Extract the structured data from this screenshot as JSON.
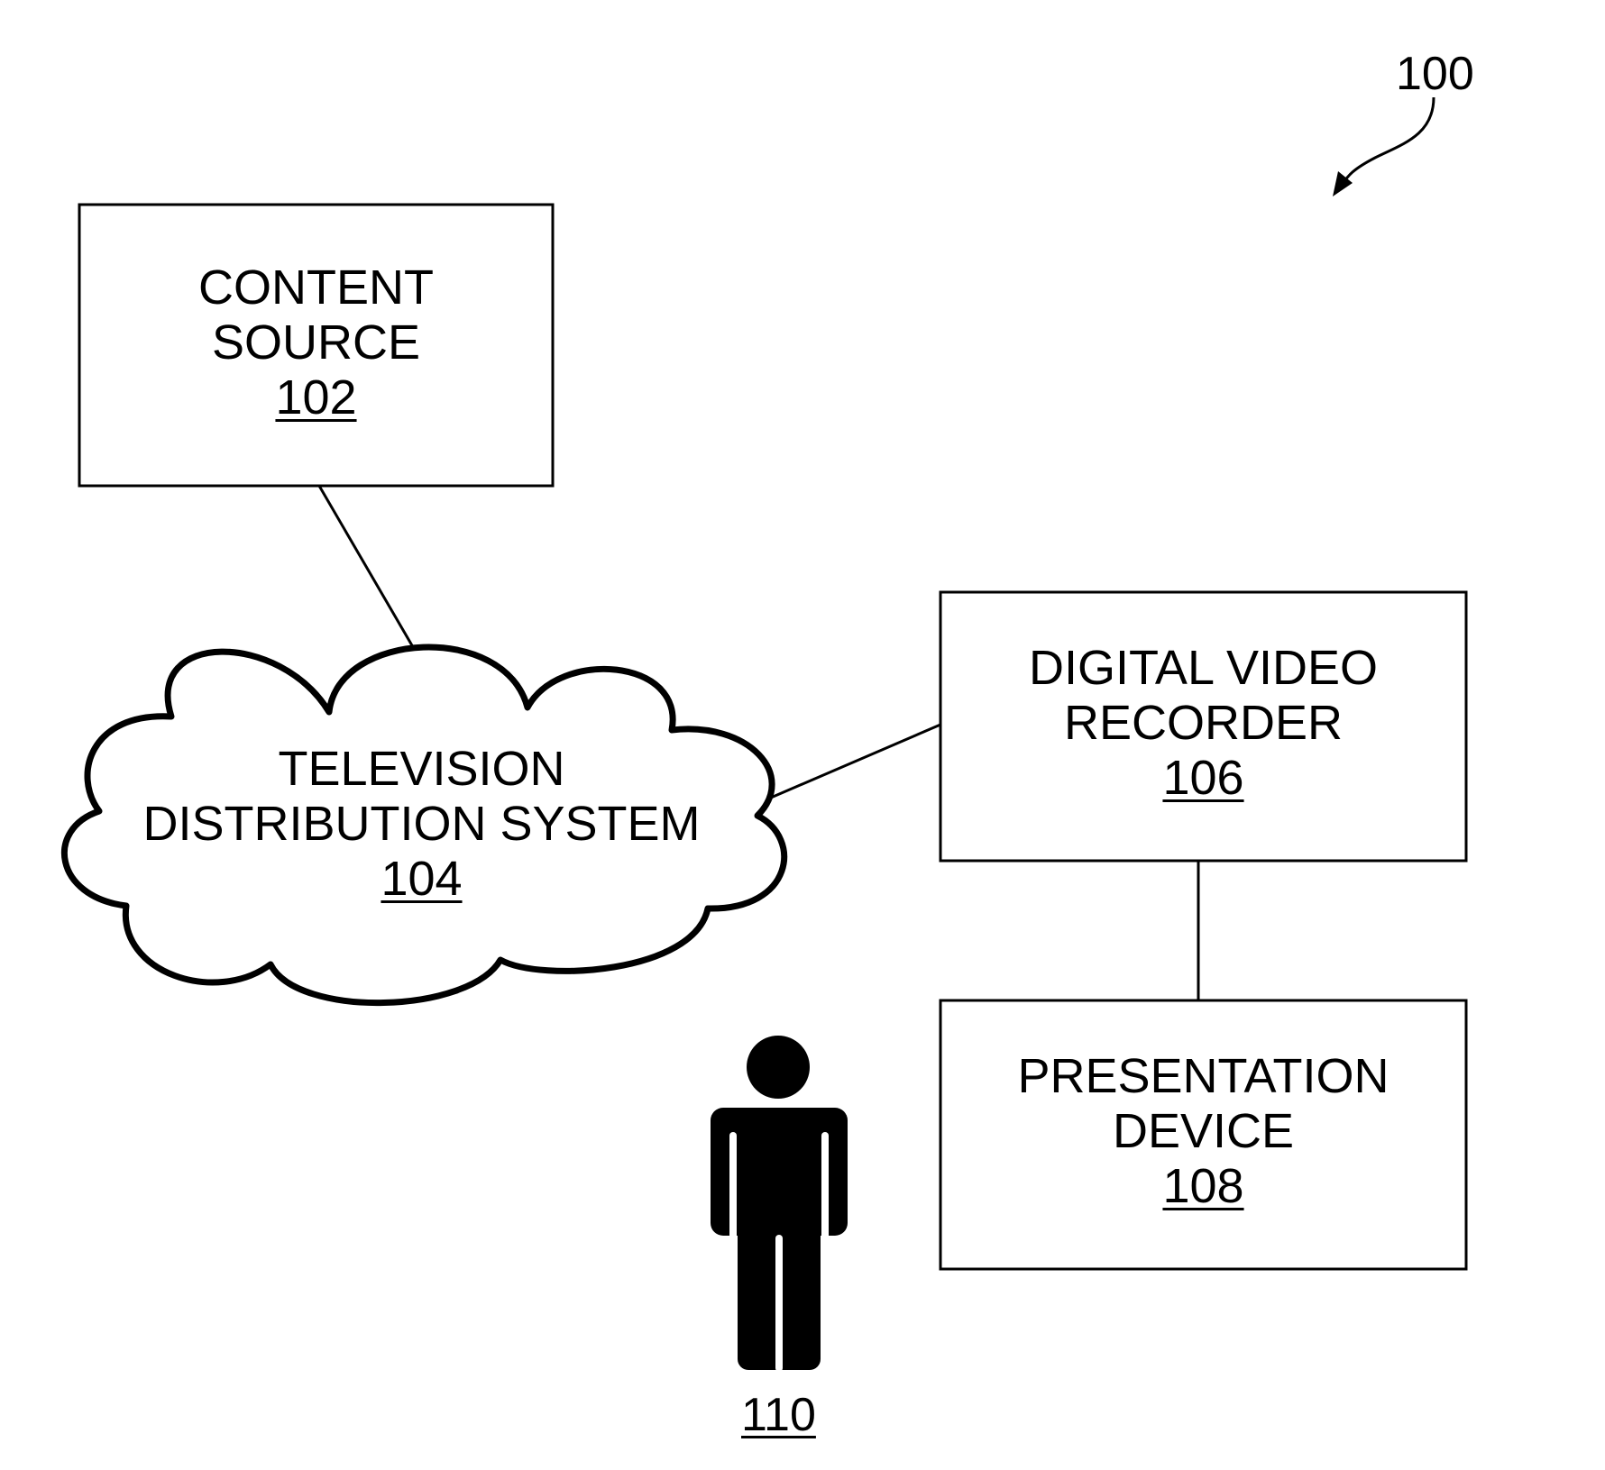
{
  "figure": {
    "ref_number": "100"
  },
  "nodes": {
    "content_source": {
      "line1": "CONTENT",
      "line2": "SOURCE",
      "ref": "102"
    },
    "distribution_system": {
      "line1": "TELEVISION",
      "line2": "DISTRIBUTION SYSTEM",
      "ref": "104"
    },
    "dvr": {
      "line1": "DIGITAL VIDEO",
      "line2": "RECORDER",
      "ref": "106"
    },
    "presentation_device": {
      "line1": "PRESENTATION",
      "line2": "DEVICE",
      "ref": "108"
    },
    "user": {
      "ref": "110",
      "icon": "person-icon"
    }
  },
  "edges": [
    {
      "from": "content_source",
      "to": "distribution_system"
    },
    {
      "from": "distribution_system",
      "to": "dvr"
    },
    {
      "from": "dvr",
      "to": "presentation_device"
    }
  ]
}
